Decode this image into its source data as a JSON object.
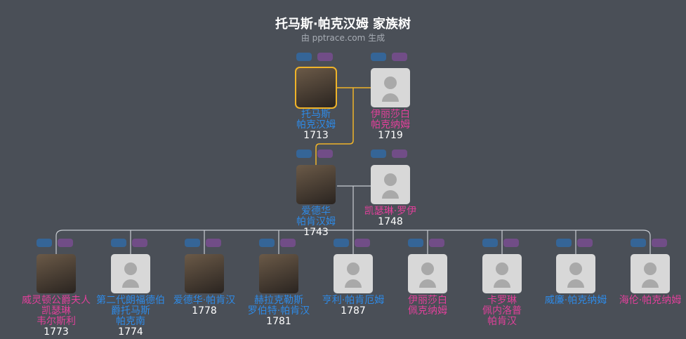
{
  "header": {
    "title": "托马斯·帕克汉姆 家族树",
    "subtitle": "由 pptrace.com 生成"
  },
  "colors": {
    "male": "#2e8ae6",
    "female": "#e0409a",
    "selected": "#f0b429",
    "background": "#4a4f57"
  },
  "people": [
    {
      "name": [
        "托马斯",
        "帕克汉姆"
      ],
      "year": "1713",
      "gender": "m",
      "photo": true,
      "selected": true
    },
    {
      "name": [
        "伊丽莎白",
        "帕克纳姆"
      ],
      "year": "1719",
      "gender": "f",
      "photo": false
    },
    {
      "name": [
        "爱德华",
        "帕肯汉姆"
      ],
      "year": "1743",
      "gender": "m",
      "photo": true
    },
    {
      "name": [
        "凯瑟琳·罗伊"
      ],
      "year": "1748",
      "gender": "f",
      "photo": false
    },
    {
      "name": [
        "威灵顿公爵夫人凯瑟琳",
        "韦尔斯利"
      ],
      "year": "1773",
      "gender": "f",
      "photo": true
    },
    {
      "name": [
        "第二代朗福德伯爵托马斯",
        "帕克南"
      ],
      "year": "1774",
      "gender": "m",
      "photo": false
    },
    {
      "name": [
        "爱德华·帕肯汉"
      ],
      "year": "1778",
      "gender": "m",
      "photo": true
    },
    {
      "name": [
        "赫拉克勒斯",
        "罗伯特·帕肯汉"
      ],
      "year": "1781",
      "gender": "m",
      "photo": true
    },
    {
      "name": [
        "亨利·帕肯厄姆"
      ],
      "year": "1787",
      "gender": "m",
      "photo": false
    },
    {
      "name": [
        "伊丽莎白",
        "佩克纳姆"
      ],
      "year": "",
      "gender": "f",
      "photo": false
    },
    {
      "name": [
        "卡罗琳",
        "佩内洛普",
        "帕肯汉"
      ],
      "year": "",
      "gender": "f",
      "photo": false
    },
    {
      "name": [
        "威廉·帕克纳姆"
      ],
      "year": "",
      "gender": "m",
      "photo": false
    },
    {
      "name": [
        "海伦·帕克纳姆"
      ],
      "year": "",
      "gender": "f",
      "photo": false
    }
  ]
}
